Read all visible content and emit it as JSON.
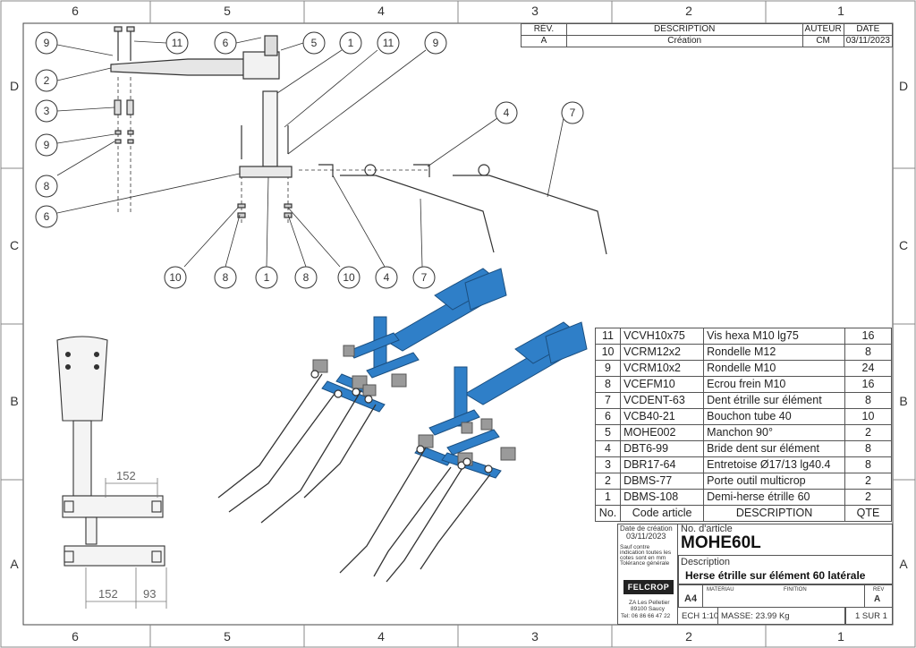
{
  "zones": {
    "columns": [
      "6",
      "5",
      "4",
      "3",
      "2",
      "1"
    ],
    "rows": [
      "D",
      "C",
      "B",
      "A"
    ]
  },
  "revision": {
    "headers": [
      "RÉV.",
      "DESCRIPTION",
      "AUTEUR",
      "DATE"
    ],
    "rows": [
      [
        "A",
        "Création",
        "CM",
        "03/11/2023"
      ]
    ]
  },
  "bom": {
    "headers": [
      "No.",
      "Code article",
      "DESCRIPTION",
      "QTE"
    ],
    "rows": [
      [
        "11",
        "VCVH10x75",
        "Vis hexa M10 lg75",
        "16"
      ],
      [
        "10",
        "VCRM12x2",
        "Rondelle M12",
        "8"
      ],
      [
        "9",
        "VCRM10x2",
        "Rondelle M10",
        "24"
      ],
      [
        "8",
        "VCEFM10",
        "Ecrou frein M10",
        "16"
      ],
      [
        "7",
        "VCDENT-63",
        "Dent étrille sur élément",
        "8"
      ],
      [
        "6",
        "VCB40-21",
        "Bouchon tube 40",
        "10"
      ],
      [
        "5",
        "MOHE002",
        "Manchon 90°",
        "2"
      ],
      [
        "4",
        "DBT6-99",
        "Bride dent sur élément",
        "8"
      ],
      [
        "3",
        "DBR17-64",
        "Entretoise Ø17/13 lg40.4",
        "8"
      ],
      [
        "2",
        "DBMS-77",
        "Porte outil multicrop",
        "2"
      ],
      [
        "1",
        "DBMS-108",
        "Demi-herse étrille 60",
        "2"
      ]
    ]
  },
  "title_block": {
    "creation_label": "Date de création",
    "creation_date": "03/11/2023",
    "note1": "Sauf contre",
    "note2": "indication toutes les",
    "note3": "cotes sont en mm",
    "note4": "Tolérance générale",
    "article_label": "No. d'article",
    "article_no": "MOHE60L",
    "desc_label": "Description",
    "description": "Herse étrille sur élément 60 latérale",
    "logo": "FELCROP",
    "addr1": "ZA Les Pelletier",
    "addr2": "89100 Saucy",
    "phone": "Tel: 06 86 66 47 22",
    "format": "A4",
    "materiau_label": "MATERIAU",
    "finition_label": "FINITION",
    "rev_label": "REV",
    "rev": "A",
    "scale": "ECH 1:10",
    "mass": "MASSE: 23.99 Kg",
    "sheet": "1 SUR 1"
  },
  "dimensions": {
    "d1": "152",
    "d2": "152",
    "d3": "93"
  },
  "callouts": {
    "c_9a": "9",
    "c_11a": "11",
    "c_6a": "6",
    "c_5": "5",
    "c_1a": "1",
    "c_11b": "11",
    "c_9b": "9",
    "c_2": "2",
    "c_3": "3",
    "c_9c": "9",
    "c_8a": "8",
    "c_6b": "6",
    "c_4a": "4",
    "c_7a": "7",
    "c_10a": "10",
    "c_8b": "8",
    "c_1b": "1",
    "c_8c": "8",
    "c_10b": "10",
    "c_4b": "4",
    "c_7b": "7"
  },
  "colors": {
    "part_blue": "#2f7fc8",
    "part_dark": "#1b4f80",
    "clamp_grey": "#9a9a9a",
    "line": "#333333"
  }
}
